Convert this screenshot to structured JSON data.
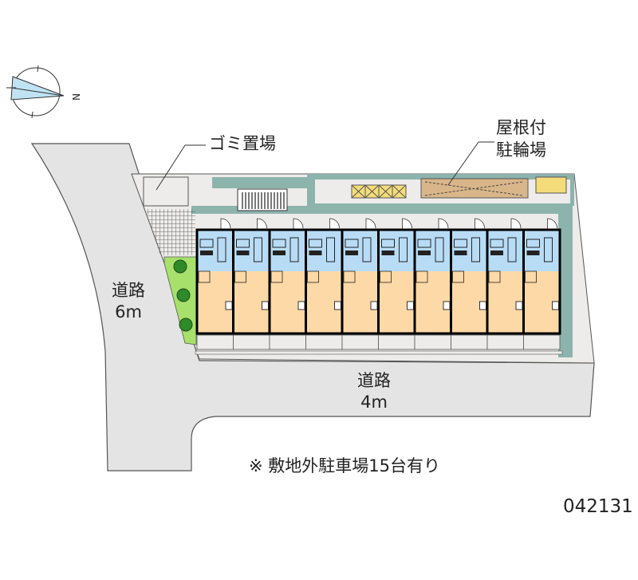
{
  "labels": {
    "garbage": "ゴミ置場",
    "bike_line1": "屋根付",
    "bike_line2": "駐輪場",
    "road_west_name": "道路",
    "road_west_width": "6m",
    "road_south_name": "道路",
    "road_south_width": "4m",
    "note": "※ 敷地外駐車場15台有り",
    "code": "042131"
  },
  "compass": {
    "north_label": "N"
  },
  "building": {
    "unit_count": 10
  },
  "colors": {
    "road": "#e4e4e4",
    "lot": "#eeecea",
    "teal": "#8db3ad",
    "wet_area": "#b8dcf6",
    "room": "#fcd9a6",
    "green": "#a8e06c",
    "bike_shed": "#d9b689",
    "bikes": "#f4dc7a"
  }
}
